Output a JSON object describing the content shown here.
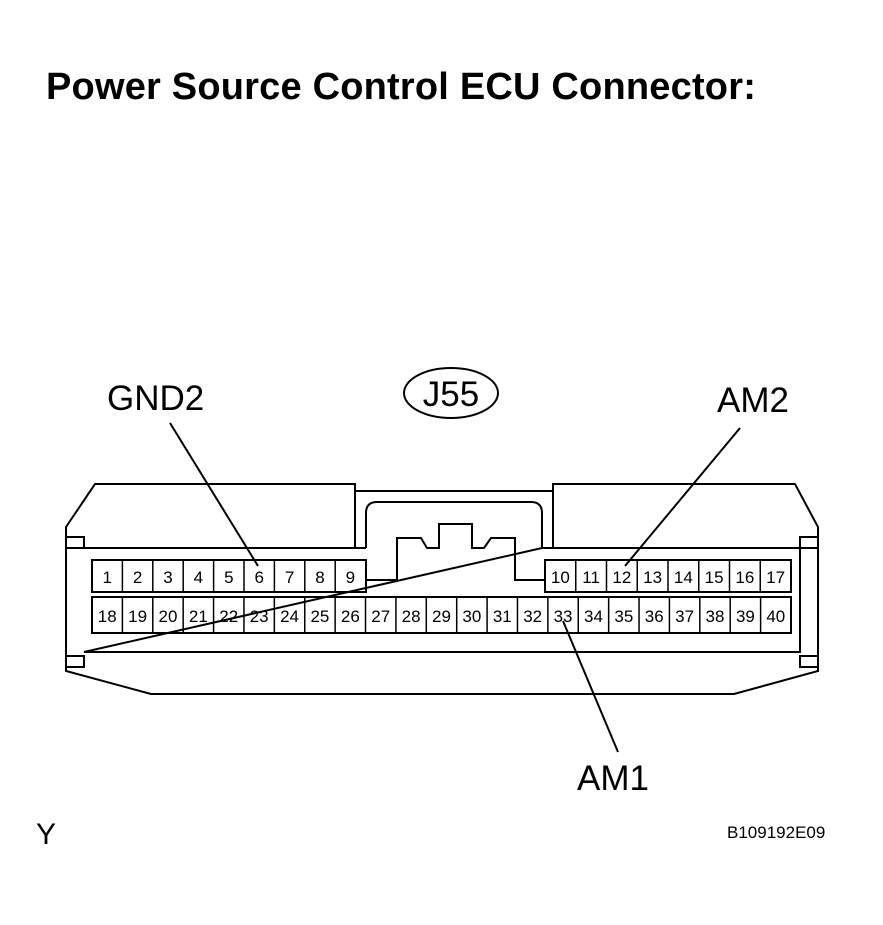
{
  "title": "Power Source Control ECU Connector:",
  "connector_id": "J55",
  "top_row_left": [
    "1",
    "2",
    "3",
    "4",
    "5",
    "6",
    "7",
    "8",
    "9"
  ],
  "top_row_right": [
    "10",
    "11",
    "12",
    "13",
    "14",
    "15",
    "16",
    "17"
  ],
  "bottom_row": [
    "18",
    "19",
    "20",
    "21",
    "22",
    "23",
    "24",
    "25",
    "26",
    "27",
    "28",
    "29",
    "30",
    "31",
    "32",
    "33",
    "34",
    "35",
    "36",
    "37",
    "38",
    "39",
    "40"
  ],
  "labels": {
    "gnd2": "GND2",
    "am2": "AM2",
    "am1": "AM1"
  },
  "footer_left": "Y",
  "footer_right": "B109192E09"
}
